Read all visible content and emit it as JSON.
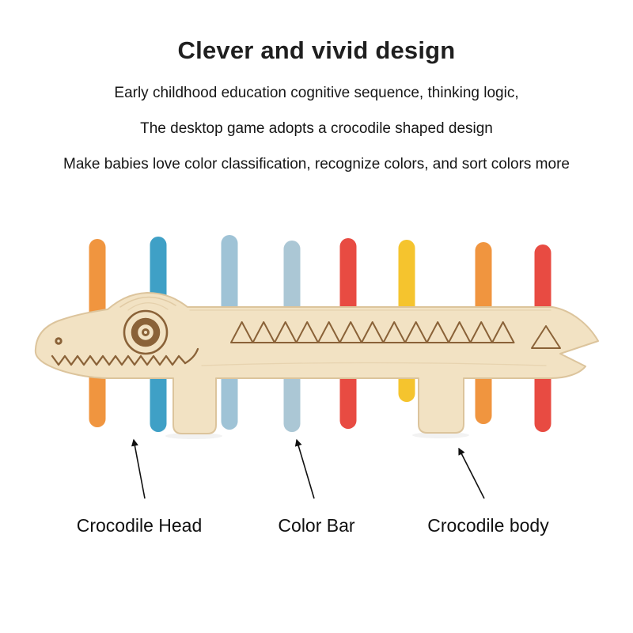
{
  "header": {
    "title": "Clever and vivid design",
    "lines": [
      "Early childhood education cognitive sequence, thinking logic,",
      "The desktop game adopts a crocodile shaped design",
      "Make babies love color classification, recognize colors, and sort colors more"
    ]
  },
  "toy": {
    "wood_color": "#f2e2c3",
    "wood_edge_color": "#dcc49c",
    "etch_color": "#8a6238",
    "sticks": [
      {
        "name": "orange-stick",
        "color": "#f0953f"
      },
      {
        "name": "teal-blue-stick",
        "color": "#3fa0c6"
      },
      {
        "name": "light-blue-stick",
        "color": "#9fc3d6"
      },
      {
        "name": "gray-blue-stick",
        "color": "#abc7d5"
      },
      {
        "name": "red-stick",
        "color": "#e84b42"
      },
      {
        "name": "yellow-stick",
        "color": "#f5c42e"
      },
      {
        "name": "orange-stick",
        "color": "#f0953f"
      },
      {
        "name": "red-stick",
        "color": "#e84b42"
      }
    ]
  },
  "annotations": {
    "head": "Crocodile Head",
    "bar": "Color Bar",
    "body": "Crocodile body"
  },
  "arrow_color": "#111111"
}
